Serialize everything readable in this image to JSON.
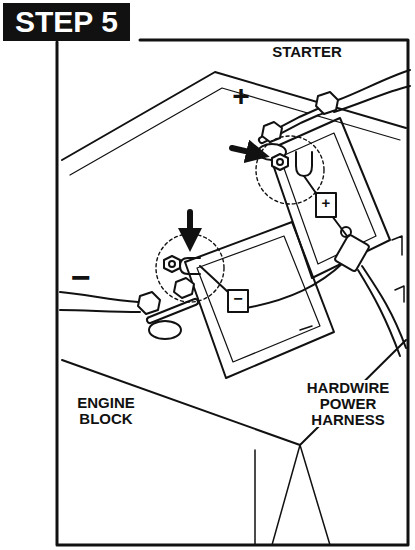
{
  "diagram": {
    "title": "STEP 5",
    "labels": [
      "STARTER",
      "+",
      "+",
      "−",
      "−",
      "ENGINE BLOCK",
      "HARDWIRE POWER HARNESS"
    ]
  }
}
